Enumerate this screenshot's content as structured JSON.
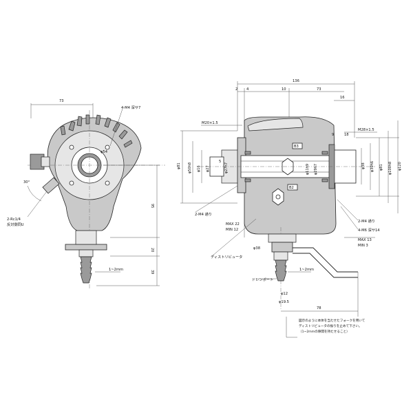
{
  "left_view": {
    "dim_width": "73",
    "holes": "4-M4 深サ7",
    "pcd": "φ54",
    "angle": "30°",
    "port": "2-Rc1/4",
    "port_note": "反対側同U",
    "dim_95": "95",
    "dim_20": "20",
    "dim_39": "39",
    "clearance": "1~2mm"
  },
  "right_view": {
    "dim_136": "136",
    "dim_2": "2",
    "dim_4": "4",
    "dim_10": "10",
    "dim_73": "73",
    "dim_16": "16",
    "thread_m20": "M20×1.5",
    "thread_m28": "M28×1.5",
    "dim_9": "9",
    "dim_18": "18",
    "b3": "B3",
    "b2": "B2",
    "d81": "φ81",
    "d50h8": "φ50h8",
    "d16": "φ16",
    "d27": "φ27",
    "d27h7": "φ27h7",
    "dia_5": "5",
    "d11": "φ11h9",
    "d29": "φ29h7",
    "d38": "φ38",
    "d30h6": "φ30h6",
    "d81r": "φ81",
    "d100h8": "φ100h8",
    "d120": "φ120",
    "m4_left": "2-M4 通り",
    "m4_right": "2-M4 通り",
    "m6": "4-M6 深サ14",
    "max22": "MAX 22",
    "min12": "MIN 12",
    "max13": "MAX 13",
    "min3": "MIN 3",
    "distributor": "ディストリビュータ",
    "d38b": "φ38",
    "drain": "ドレンポート",
    "clearance_r": "1~2mm",
    "d12": "φ12",
    "d19": "φ19.5",
    "dim_78": "78",
    "note1": "図示のように本体を当たせたフォークを用いて",
    "note2": "ディストリビュータの振りを止めて下さい。",
    "note3": "（1~2mmの隙間を持たせること）"
  }
}
